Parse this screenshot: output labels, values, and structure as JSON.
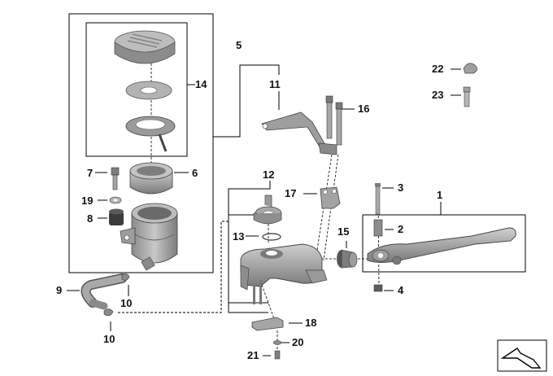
{
  "callouts": {
    "c1": "1",
    "c2": "2",
    "c3": "3",
    "c4": "4",
    "c5": "5",
    "c6": "6",
    "c7": "7",
    "c8": "8",
    "c9": "9",
    "c10a": "10",
    "c10b": "10",
    "c11": "11",
    "c12": "12",
    "c13": "13",
    "c14": "14",
    "c15": "15",
    "c16": "16",
    "c17": "17",
    "c18": "18",
    "c19": "19",
    "c20": "20",
    "c21": "21",
    "c22": "22",
    "c23": "23"
  },
  "colors": {
    "part_fill": "#a9a9a9",
    "part_dark": "#6f6f6f",
    "part_light": "#d2d2d2",
    "line": "#000000"
  },
  "icons": {
    "corner": "arrow-icon"
  }
}
